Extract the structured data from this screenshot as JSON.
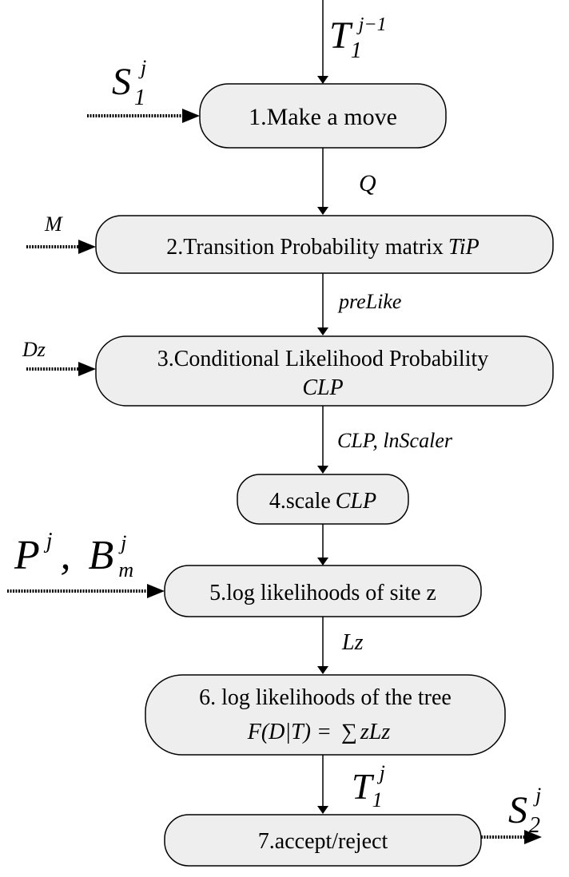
{
  "nodes": {
    "n1": {
      "label": "1.Make a move"
    },
    "n2": {
      "label": "2.Transition Probability matrix",
      "label_italic": "TiP"
    },
    "n3": {
      "line1": "3.Conditional Likelihood Probability",
      "line2_italic": "CLP"
    },
    "n4": {
      "label": "4.scale",
      "label_italic": "CLP"
    },
    "n5": {
      "label": "5.log likelihoods of site z"
    },
    "n6": {
      "line1": "6. log likelihoods of the tree",
      "line2_italic": "F(D|T) =",
      "line2_sum": "∑",
      "line2_tail_italic": "zLz"
    },
    "n7": {
      "label": "7.accept/reject"
    }
  },
  "inputs": {
    "top": {
      "base": "T",
      "sub": "1",
      "sup": "j−1"
    },
    "s1": {
      "base": "S",
      "sub": "1",
      "sup": "j"
    },
    "m": {
      "label": "M"
    },
    "dz": {
      "label": "Dz"
    },
    "pb": {
      "p": "P",
      "p_sup": "j",
      "comma": ",",
      "b": "B",
      "b_sub": "m",
      "b_sup": "j"
    }
  },
  "edge_labels": {
    "e12": "Q",
    "e23": "preLike",
    "e34": "CLP, lnScaler",
    "e67": {
      "base": "T",
      "sub": "1",
      "sup": "j"
    }
  },
  "outputs": {
    "s2": {
      "base": "S",
      "sub": "2",
      "sup": "j"
    }
  }
}
